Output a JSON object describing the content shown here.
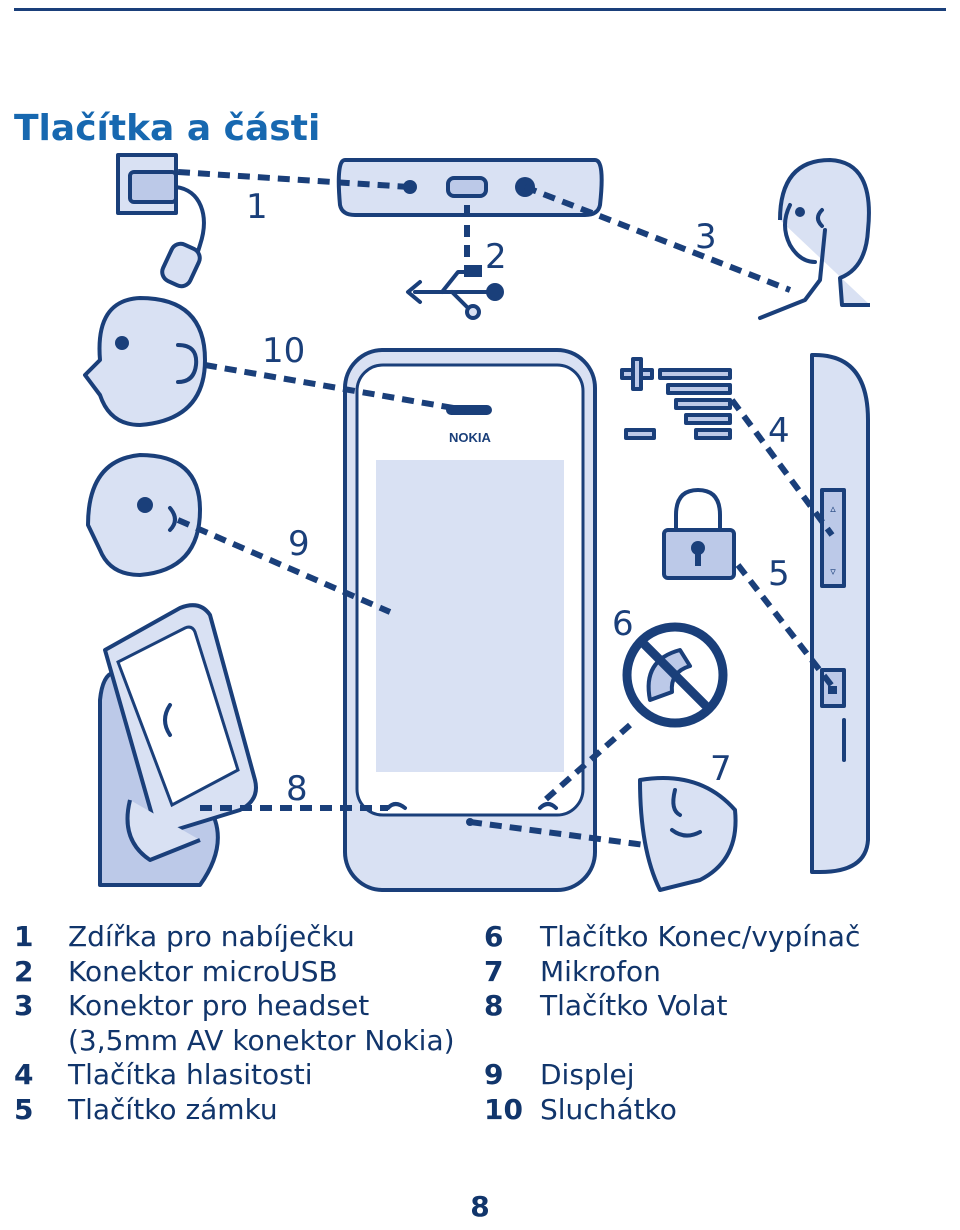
{
  "page": {
    "title": "Tlačítka a části",
    "page_number": "8"
  },
  "illustration": {
    "phone_brand": "NOKIA",
    "callouts": [
      "1",
      "2",
      "3",
      "4",
      "5",
      "6",
      "7",
      "8",
      "9",
      "10"
    ]
  },
  "legend": {
    "left": [
      {
        "num": "1",
        "text": "Zdířka pro nabíječku"
      },
      {
        "num": "2",
        "text": "Konektor microUSB"
      },
      {
        "num": "3",
        "text": "Konektor pro headset"
      },
      {
        "num": "",
        "text": "(3,5mm AV konektor Nokia)"
      },
      {
        "num": "4",
        "text": "Tlačítka hlasitosti"
      },
      {
        "num": "5",
        "text": "Tlačítko zámku"
      }
    ],
    "right": [
      {
        "num": "6",
        "text": "Tlačítko Konec/vypínač"
      },
      {
        "num": "7",
        "text": "Mikrofon"
      },
      {
        "num": "8",
        "text": "Tlačítko Volat"
      },
      {
        "num": "",
        "text": ""
      },
      {
        "num": "9",
        "text": "Displej"
      },
      {
        "num": "10",
        "text": "Sluchátko"
      }
    ]
  },
  "colors": {
    "heading": "#1768b0",
    "ink": "#11356b",
    "line": "#1a3f7a",
    "fill_light": "#d9e1f3",
    "fill_mid": "#bcc9e8"
  }
}
